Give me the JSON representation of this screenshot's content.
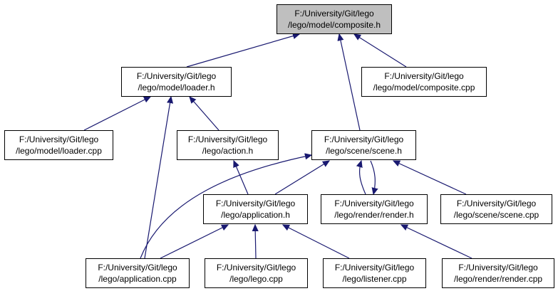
{
  "nodes": {
    "composite_h": {
      "line1": "F:/University/Git/lego",
      "line2": "/lego/model/composite.h"
    },
    "loader_h": {
      "line1": "F:/University/Git/lego",
      "line2": "/lego/model/loader.h"
    },
    "composite_cpp": {
      "line1": "F:/University/Git/lego",
      "line2": "/lego/model/composite.cpp"
    },
    "loader_cpp": {
      "line1": "F:/University/Git/lego",
      "line2": "/lego/model/loader.cpp"
    },
    "action_h": {
      "line1": "F:/University/Git/lego",
      "line2": "/lego/action.h"
    },
    "scene_h": {
      "line1": "F:/University/Git/lego",
      "line2": "/lego/scene/scene.h"
    },
    "application_h": {
      "line1": "F:/University/Git/lego",
      "line2": "/lego/application.h"
    },
    "render_h": {
      "line1": "F:/University/Git/lego",
      "line2": "/lego/render/render.h"
    },
    "scene_cpp": {
      "line1": "F:/University/Git/lego",
      "line2": "/lego/scene/scene.cpp"
    },
    "application_cpp": {
      "line1": "F:/University/Git/lego",
      "line2": "/lego/application.cpp"
    },
    "lego_cpp": {
      "line1": "F:/University/Git/lego",
      "line2": "/lego/lego.cpp"
    },
    "listener_cpp": {
      "line1": "F:/University/Git/lego",
      "line2": "/lego/listener.cpp"
    },
    "render_cpp": {
      "line1": "F:/University/Git/lego",
      "line2": "/lego/render/render.cpp"
    }
  },
  "colors": {
    "edge": "#191970",
    "root_fill": "#bfbfbf",
    "node_fill": "#ffffff"
  }
}
